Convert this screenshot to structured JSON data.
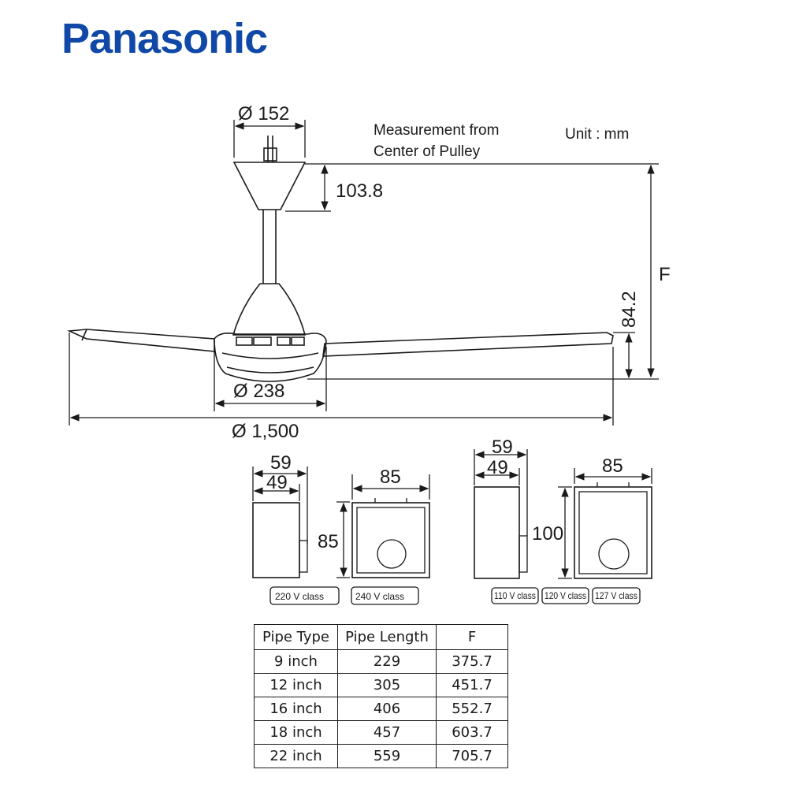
{
  "brand": {
    "logo_text": "Panasonic",
    "color": "#1048a8"
  },
  "fan_drawing": {
    "canopy_diameter": "Ø 152",
    "canopy_height": "103.8",
    "measurement_note_line1": "Measurement from",
    "measurement_note_line2": "Center of Pulley",
    "unit": "Unit : mm",
    "overall_height_label": "F",
    "motor_height": "84.2",
    "motor_diameter": "Ø 238",
    "sweep_diameter": "Ø 1,500"
  },
  "regulators": {
    "group_a": {
      "side_outer_width": "59",
      "side_inner_width": "49",
      "height": "85",
      "front_width": "85",
      "class_labels": [
        "220 V class",
        "240 V class"
      ]
    },
    "group_b": {
      "side_outer_width": "59",
      "side_inner_width": "49",
      "height": "100",
      "front_width": "85",
      "class_labels": [
        "110 V class",
        "120 V class",
        "127 V class"
      ]
    }
  },
  "pipe_table": {
    "headers": [
      "Pipe Type",
      "Pipe Length",
      "F"
    ],
    "rows": [
      [
        "9 inch",
        "229",
        "375.7"
      ],
      [
        "12 inch",
        "305",
        "451.7"
      ],
      [
        "16 inch",
        "406",
        "552.7"
      ],
      [
        "18 inch",
        "457",
        "603.7"
      ],
      [
        "22 inch",
        "559",
        "705.7"
      ]
    ]
  }
}
